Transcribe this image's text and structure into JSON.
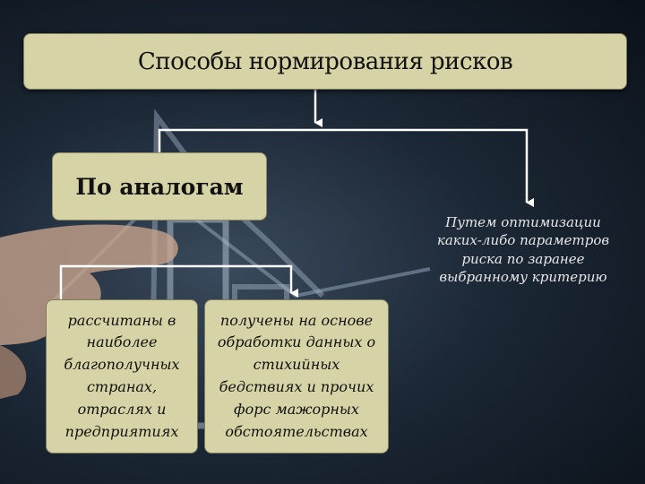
{
  "diagram": {
    "title": "Способы нормирования рисков",
    "analog": "По аналогам",
    "optimization": "Путем оптимизации каких-либо параметров риска по заранее выбранному критерию",
    "left_sub": "рассчитаны в наиболее благополучных странах, отраслях и предприятиях",
    "mid_sub": "получены на основе обработки данных о стихийных бедствиях и прочих форс мажорных обстоятельствах"
  }
}
